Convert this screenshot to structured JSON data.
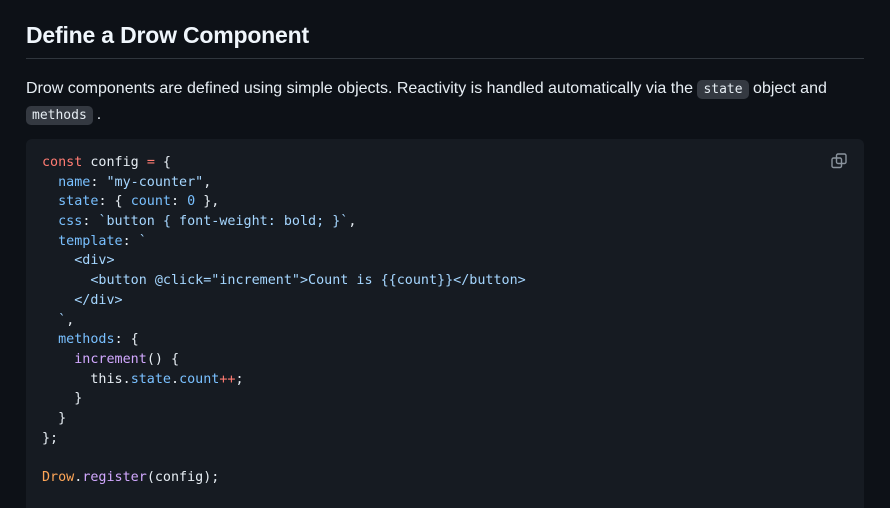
{
  "heading": "Define a Drow Component",
  "intro": {
    "text_before": "Drow components are defined using simple objects. Reactivity is handled automatically via the ",
    "code_state": "state",
    "text_middle": " object and ",
    "code_methods": "methods",
    "text_after": "."
  },
  "code": {
    "copy_icon": "copy-icon",
    "lines": [
      [
        {
          "t": "const",
          "c": "kw"
        },
        {
          "t": " config "
        },
        {
          "t": "=",
          "c": "kw"
        },
        {
          "t": " {"
        }
      ],
      [
        {
          "t": "  "
        },
        {
          "t": "name",
          "c": "prop"
        },
        {
          "t": ": "
        },
        {
          "t": "\"my-counter\"",
          "c": "str"
        },
        {
          "t": ","
        }
      ],
      [
        {
          "t": "  "
        },
        {
          "t": "state",
          "c": "prop"
        },
        {
          "t": ": { "
        },
        {
          "t": "count",
          "c": "prop"
        },
        {
          "t": ": "
        },
        {
          "t": "0",
          "c": "num"
        },
        {
          "t": " },"
        }
      ],
      [
        {
          "t": "  "
        },
        {
          "t": "css",
          "c": "prop"
        },
        {
          "t": ": "
        },
        {
          "t": "`button { font-weight: bold; }`",
          "c": "str"
        },
        {
          "t": ","
        }
      ],
      [
        {
          "t": "  "
        },
        {
          "t": "template",
          "c": "prop"
        },
        {
          "t": ": "
        },
        {
          "t": "`",
          "c": "str"
        }
      ],
      [
        {
          "t": "    <div>",
          "c": "str"
        }
      ],
      [
        {
          "t": "      <button @click=\"increment\">Count is {{count}}</button>",
          "c": "str"
        }
      ],
      [
        {
          "t": "    </div>",
          "c": "str"
        }
      ],
      [
        {
          "t": "  `",
          "c": "str"
        },
        {
          "t": ","
        }
      ],
      [
        {
          "t": "  "
        },
        {
          "t": "methods",
          "c": "prop"
        },
        {
          "t": ": {"
        }
      ],
      [
        {
          "t": "    "
        },
        {
          "t": "increment",
          "c": "fn"
        },
        {
          "t": "() {"
        }
      ],
      [
        {
          "t": "      this."
        },
        {
          "t": "state",
          "c": "prop"
        },
        {
          "t": "."
        },
        {
          "t": "count",
          "c": "prop"
        },
        {
          "t": "++",
          "c": "kw"
        },
        {
          "t": ";"
        }
      ],
      [
        {
          "t": "    }"
        }
      ],
      [
        {
          "t": "  }"
        }
      ],
      [
        {
          "t": "};"
        }
      ],
      [
        {
          "t": ""
        }
      ],
      [
        {
          "t": "Drow",
          "c": "cls"
        },
        {
          "t": "."
        },
        {
          "t": "register",
          "c": "fn"
        },
        {
          "t": "(config);"
        }
      ]
    ]
  }
}
